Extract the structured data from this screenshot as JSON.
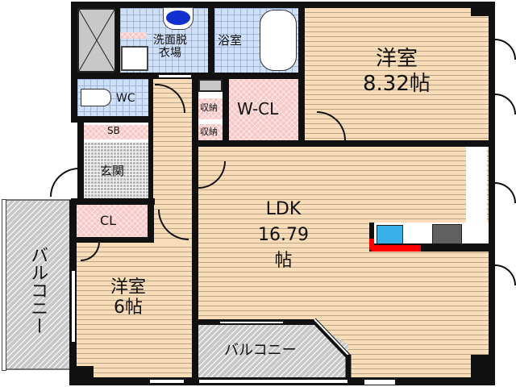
{
  "floorplan": {
    "rooms": {
      "western_room_1": {
        "name": "洋室",
        "area": "8.32帖"
      },
      "ldk": {
        "name": "LDK",
        "area": "16.79",
        "unit": "帖"
      },
      "western_room_2": {
        "name": "洋室",
        "area": "6帖"
      },
      "walk_in_closet": {
        "name": "W-CL"
      },
      "closet": {
        "name": "CL"
      },
      "washroom": {
        "name": "洗面脱",
        "name2": "衣場"
      },
      "bathroom": {
        "name": "浴室"
      },
      "toilet": {
        "name": "WC"
      },
      "shoe_box": {
        "name": "SB"
      },
      "entrance": {
        "name": "玄関"
      },
      "storage_1": {
        "name": "収納"
      },
      "storage_2": {
        "name": "収納"
      },
      "balcony_left": {
        "name": "バルコニー"
      },
      "balcony_bottom": {
        "name": "バルコニー"
      }
    },
    "colors": {
      "floor": "#f9ddb8",
      "tile": "#cfe0f8",
      "closet": "#f8c8c8",
      "balcony": "#c8c8c8",
      "wall": "#111111",
      "counter": "#ff0000",
      "sink": "#3ab0e8",
      "stove": "#606060"
    }
  }
}
